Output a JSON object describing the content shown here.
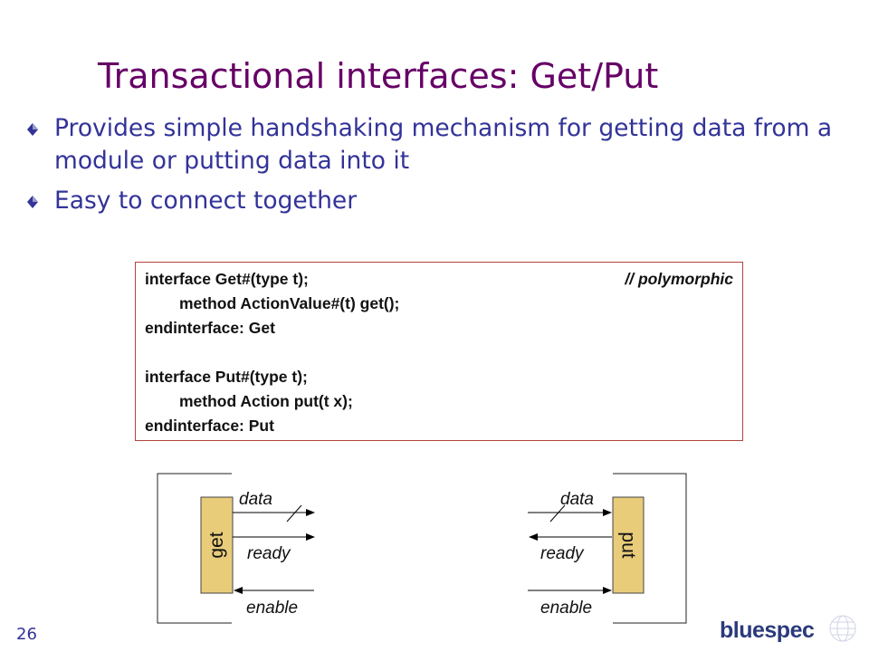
{
  "slide": {
    "title": "Transactional interfaces: Get/Put",
    "bullets": [
      "Provides simple handshaking mechanism for getting data from a module or putting data into it",
      "Easy to connect together"
    ],
    "code": {
      "lines": [
        "interface Get#(type t);",
        "method ActionValue#(t) get();",
        "endinterface: Get",
        "",
        "interface Put#(type t);",
        "method Action put(t x);",
        "endinterface: Put"
      ],
      "comment": "// polymorphic"
    },
    "diagram": {
      "get": {
        "block_label": "get",
        "signals": [
          "data",
          "ready",
          "enable"
        ]
      },
      "put": {
        "block_label": "put",
        "signals": [
          "data",
          "ready",
          "enable"
        ]
      },
      "block_color": "#e8cc7a"
    },
    "page_number": "26",
    "logo_text": "bluespec"
  }
}
